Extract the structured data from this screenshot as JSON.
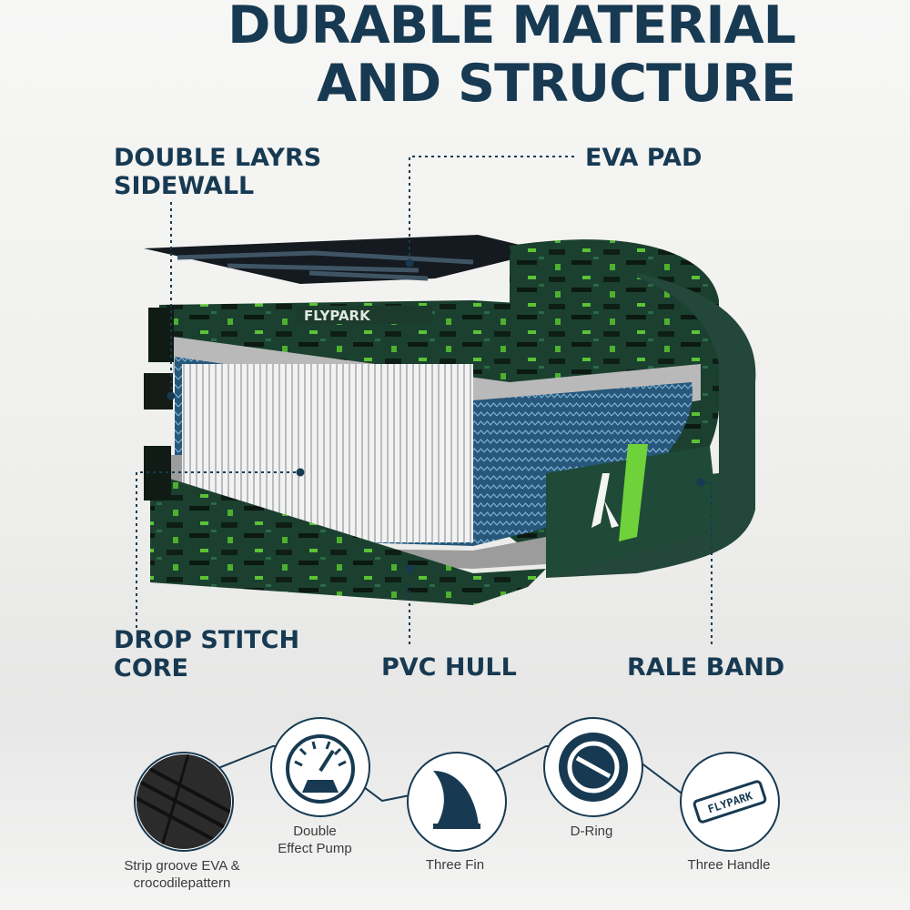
{
  "title": {
    "line1": "DURABLE MATERIAL",
    "line2": "AND STRUCTURE"
  },
  "callouts": {
    "sidewall": "DOUBLE LAYRS\nSIDEWALL",
    "eva_pad": "EVA PAD",
    "drop_stitch_core": "DROP STITCH\nCORE",
    "pvc_hull": "PVC HULL",
    "rale_band": "RALE BAND"
  },
  "board": {
    "brand_text": "FLYPARK"
  },
  "features": [
    {
      "icon": "strip-groove-eva-icon",
      "label": "Strip groove EVA &\ncrocodilepattern"
    },
    {
      "icon": "pump-gauge-icon",
      "label": "Double\nEffect Pump"
    },
    {
      "icon": "fin-icon",
      "label": "Three Fin"
    },
    {
      "icon": "d-ring-icon",
      "label": "D-Ring"
    },
    {
      "icon": "handle-icon",
      "label": "Three Handle",
      "brand_text": "FLYPARK"
    }
  ],
  "colors": {
    "navy": "#173a52",
    "board_green": "#1d4a35",
    "lime": "#6fd23b",
    "core_white": "#e9e9e9"
  }
}
